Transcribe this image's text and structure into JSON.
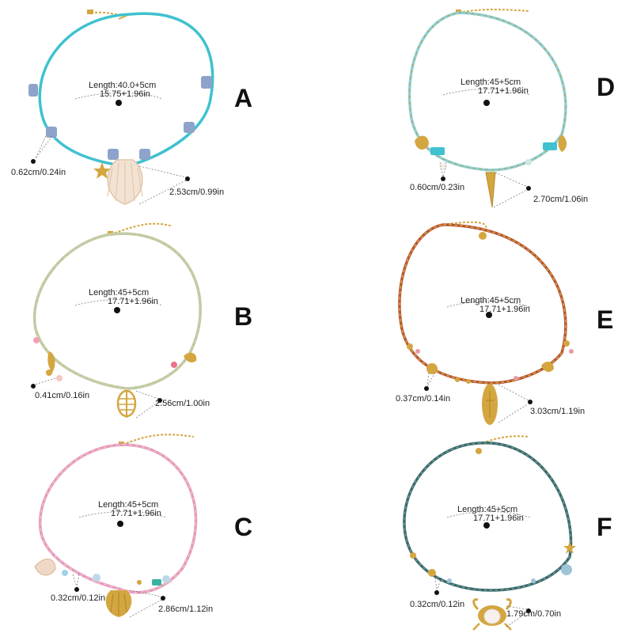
{
  "panels": [
    {
      "letter": "A",
      "length_cm": "Length:40.0+5cm",
      "length_in": "15.75+1.96in",
      "bead_size": "0.62cm/0.24in",
      "pendant_size": "2.53cm/0.99in",
      "cord_color": "#3fc1cf",
      "cord_color2": "#2aa9b8"
    },
    {
      "letter": "B",
      "length_cm": "Length:45+5cm",
      "length_in": "17.71+1.96in",
      "bead_size": "0.41cm/0.16in",
      "pendant_size": "2.56cm/1.00in",
      "cord_color": "#bcc9a9",
      "cord_color2": "#d9ce8f"
    },
    {
      "letter": "C",
      "length_cm": "Length:45+5cm",
      "length_in": "17.71+1.96in",
      "bead_size": "0.32cm/0.12in",
      "pendant_size": "2.86cm/1.12in",
      "cord_color": "#e59ab9",
      "cord_color2": "#f4c6d6"
    },
    {
      "letter": "D",
      "length_cm": "Length:45+5cm",
      "length_in": "17.71+1.96in",
      "bead_size": "0.60cm/0.23in",
      "pendant_size": "2.70cm/1.06in",
      "cord_color": "#8fcfcf",
      "cord_color2": "#b89a5a"
    },
    {
      "letter": "E",
      "length_cm": "Length:45+5cm",
      "length_in": "17.71+1.96in",
      "bead_size": "0.37cm/0.14in",
      "pendant_size": "3.03cm/1.19in",
      "cord_color": "#b5532f",
      "cord_color2": "#d6a548"
    },
    {
      "letter": "F",
      "length_cm": "Length:45+5cm",
      "length_in": "17.71+1.96in",
      "bead_size": "0.32cm/0.12in",
      "pendant_size": "1.79cm/0.70in",
      "cord_color": "#3c6a6a",
      "cord_color2": "#6fa3a1"
    }
  ],
  "gold": "#d4a640",
  "shell": "#f2e2d2",
  "icons": [
    "clasp-icon",
    "shell-pendant-icon",
    "starfish-icon",
    "fish-skeleton-icon",
    "scallop-pendant-icon",
    "cone-shell-icon",
    "surfboard-pendant-icon",
    "crab-pendant-icon",
    "measurement-dot-icon"
  ]
}
